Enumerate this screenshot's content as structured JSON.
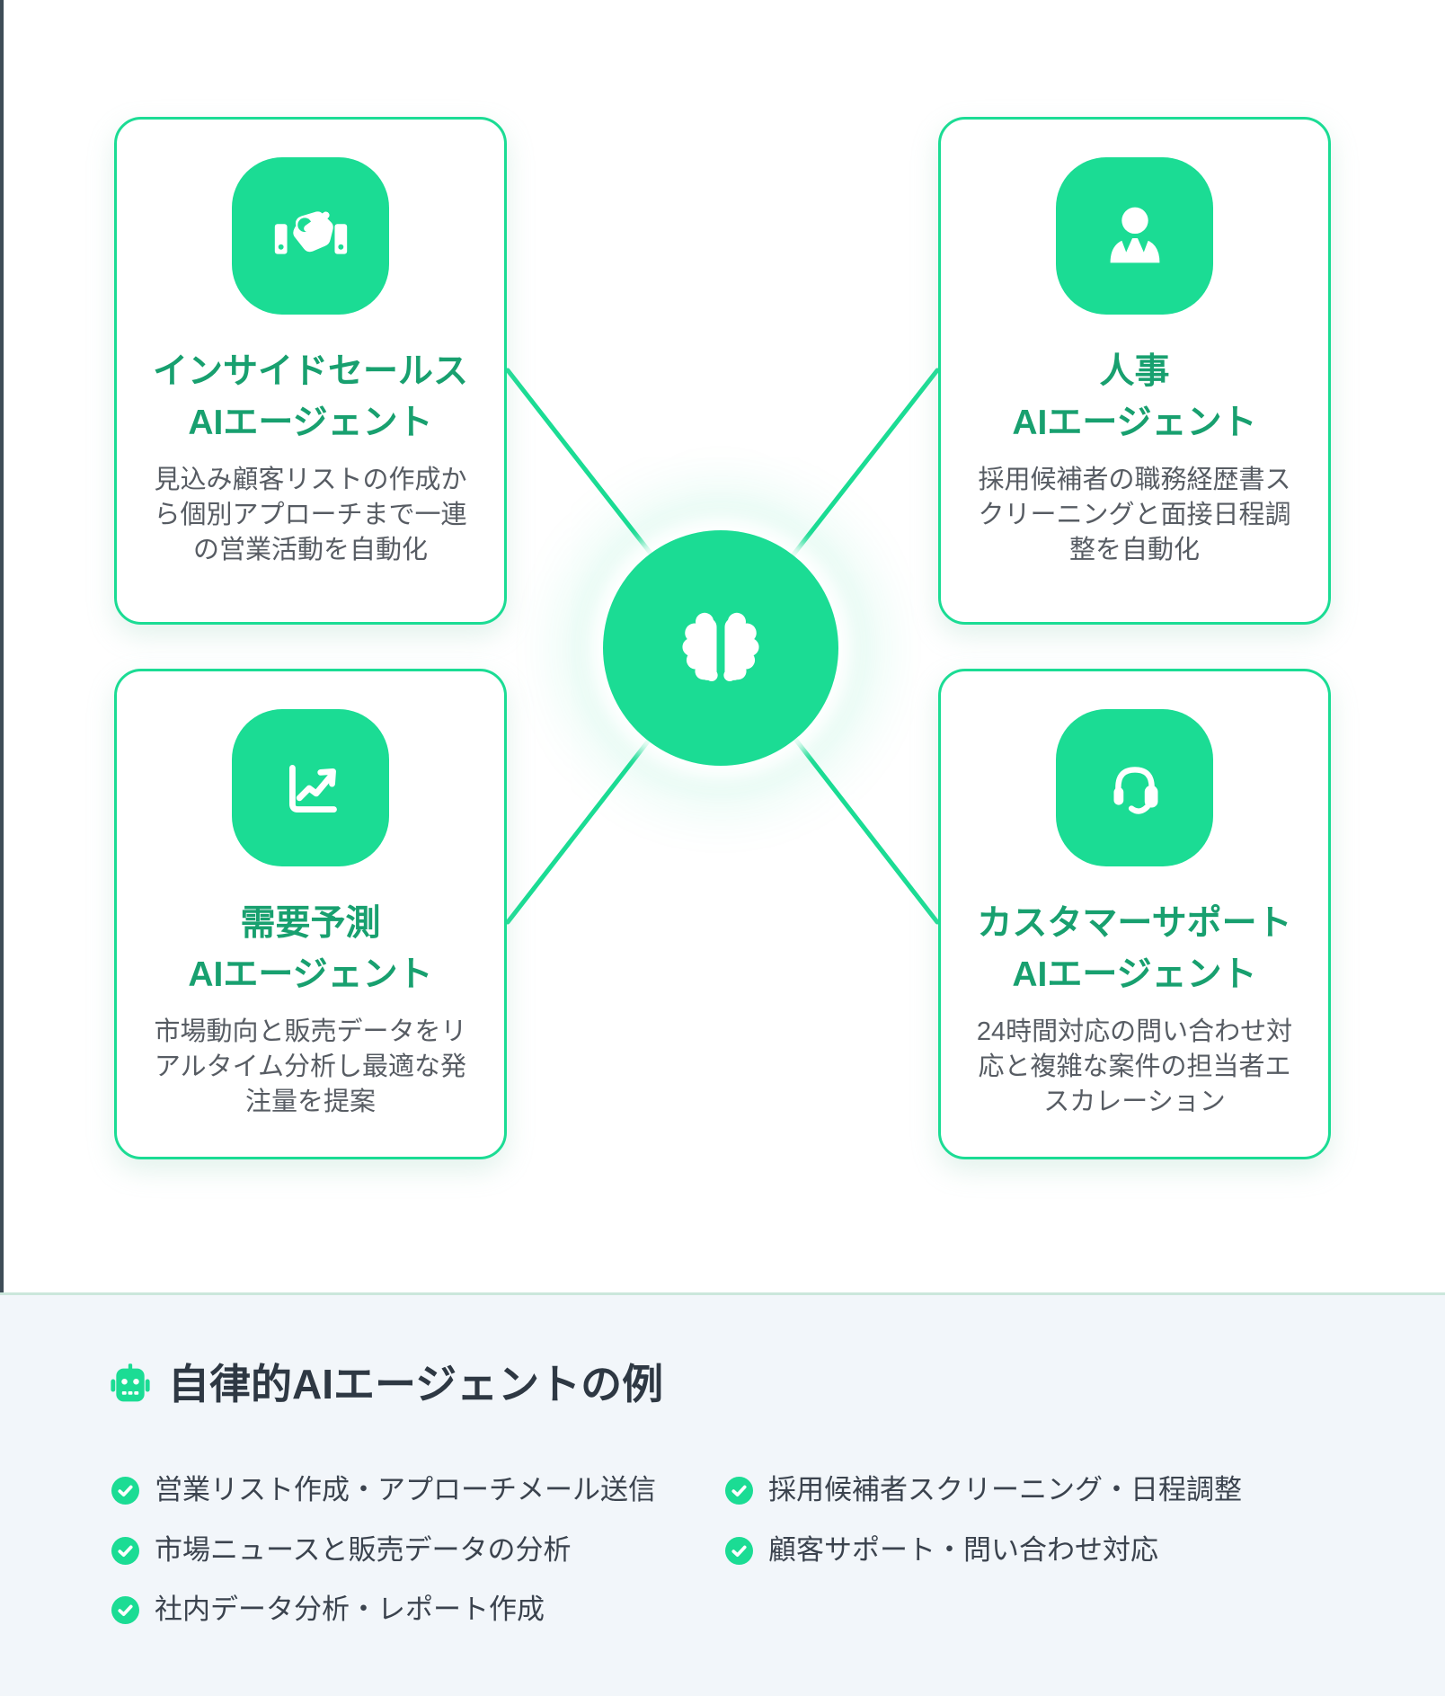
{
  "colors": {
    "accent_green": "#1BDC94",
    "title_green": "#18A06F",
    "body_text": "#575C63",
    "heading_text": "#2E3843",
    "list_text": "#3B434E",
    "section_bg": "#F2F6FA",
    "section_border": "#CBE7DB",
    "edge_line": "#3E4D57",
    "card_bg": "#FFFFFF"
  },
  "diagram": {
    "center_icon": "brain-icon",
    "cards": [
      {
        "icon": "handshake-icon",
        "title_line1": "インサイドセールス",
        "title_line2": "AIエージェント",
        "description": "見込み顧客リストの作成から個別アプローチまで一連の営業活動を自動化"
      },
      {
        "icon": "person-icon",
        "title_line1": "人事",
        "title_line2": "AIエージェント",
        "description": "採用候補者の職務経歴書スクリーニングと面接日程調整を自動化"
      },
      {
        "icon": "chart-trend-icon",
        "title_line1": "需要予測",
        "title_line2": "AIエージェント",
        "description": "市場動向と販売データをリアルタイム分析し最適な発注量を提案"
      },
      {
        "icon": "headset-icon",
        "title_line1": "カスタマーサポート",
        "title_line2": "AIエージェント",
        "description": "24時間対応の問い合わせ対応と複雑な案件の担当者エスカレーション"
      }
    ]
  },
  "examples_section": {
    "robot_icon": "robot-icon",
    "heading": "自律的AIエージェントの例",
    "check_icon": "check-icon",
    "items_left": [
      "営業リスト作成・アプローチメール送信",
      "市場ニュースと販売データの分析",
      "社内データ分析・レポート作成"
    ],
    "items_right": [
      "採用候補者スクリーニング・日程調整",
      "顧客サポート・問い合わせ対応"
    ]
  }
}
